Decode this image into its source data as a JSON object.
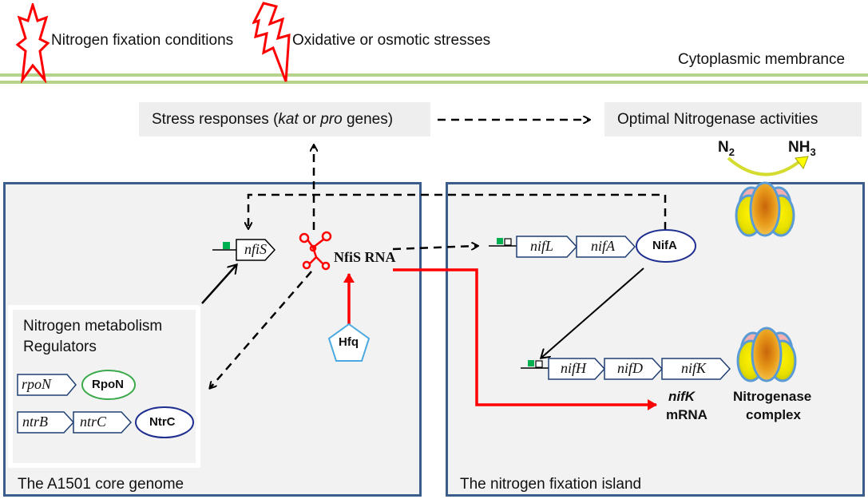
{
  "top": {
    "nitrogen_conditions": "Nitrogen fixation conditions",
    "stresses": "Oxidative or osmotic stresses",
    "membrane": "Cytoplasmic membrance"
  },
  "boxes": {
    "stress_prefix": "Stress responses (",
    "stress_kat": "kat",
    "stress_or": " or ",
    "stress_pro": "pro",
    "stress_suffix": " genes)",
    "optimal": "Optimal Nitrogenase activities"
  },
  "reaction": {
    "n2": "N",
    "n2_sub": "2",
    "nh3": "NH",
    "nh3_sub": "3"
  },
  "left_panel": {
    "title": "The A1501 core genome",
    "regulators_line1": "Nitrogen metabolism",
    "regulators_line2": "Regulators",
    "rpoN": "rpoN",
    "RpoN": "RpoN",
    "ntrB": "ntrB",
    "ntrC": "ntrC",
    "NtrC": "NtrC",
    "nfiS": "nfiS",
    "nfis_rna": "NfiS RNA",
    "hfq": "Hfq"
  },
  "right_panel": {
    "title": "The nitrogen fixation island",
    "nifL": "nifL",
    "nifA": "nifA",
    "NifA": "NifA",
    "nifH": "nifH",
    "nifD": "nifD",
    "nifK": "nifK",
    "nifK_label": "nifK",
    "mrna": "mRNA",
    "complex_line1": "Nitrogenase",
    "complex_line2": "complex"
  },
  "colors": {
    "panel_border": "#3a5d8c",
    "gene_border": "#1f3f73",
    "red": "#ff0000",
    "membrane": "#b5d38a",
    "promoter": "#00b050",
    "hfq": "#4aa9e0",
    "rpon_ellipse": "#3aaa4a",
    "ntrc_ellipse": "#1f2f8f"
  }
}
